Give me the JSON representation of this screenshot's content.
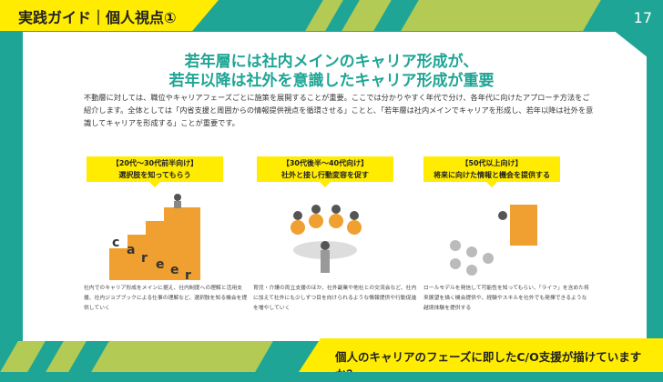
{
  "header": {
    "tag": "実践ガイド｜個人視点①",
    "page": "17"
  },
  "title": [
    "若年層には社内メインのキャリア形成が、",
    "若年以降は社外を意識したキャリア形成が重要"
  ],
  "intro": "不動層に対しては、職位やキャリアフェーズごとに施策を展開することが重要。ここでは分かりやすく年代で分け、各年代に向けたアプローチ方法をご紹介します。全体としては「内省支援と周囲からの情報提供視点を循環させる」ことと、「若年層は社内メインでキャリアを形成し、若年以降は社外を意識してキャリアを形成する」ことが重要です。",
  "columns": [
    {
      "label1": "【20代～30代前半向け】",
      "label2": "選択肢を知ってもらう",
      "desc": "社内でのキャリア形成をメインに据え、社内制度への理解と活用支援、社内ジョブブックによる仕事の理解など、選択肢を知る機会を提供していく"
    },
    {
      "label1": "【30代後半～40代向け】",
      "label2": "社外と接し行動変容を促す",
      "desc": "育児・介護の両立支援のほか、社外副業や他社との交流会など、社内に加えて社外にも少しずつ目を向けられるような情報提供や行動促進を増やしていく"
    },
    {
      "label1": "【50代以上向け】",
      "label2": "将来に向けた情報と機会を提供する",
      "desc": "ロールモデルを発信して可能性を知ってもらい、「ライフ」を含めた将来展望を描く機会提供や、経験やスキルを社外でも発揮できるような越境体験を提供する"
    }
  ],
  "career_letters": [
    "c",
    "a",
    "r",
    "e",
    "e",
    "r"
  ],
  "question": "個人のキャリアのフェーズに即したC/O支援が描けていますか？"
}
